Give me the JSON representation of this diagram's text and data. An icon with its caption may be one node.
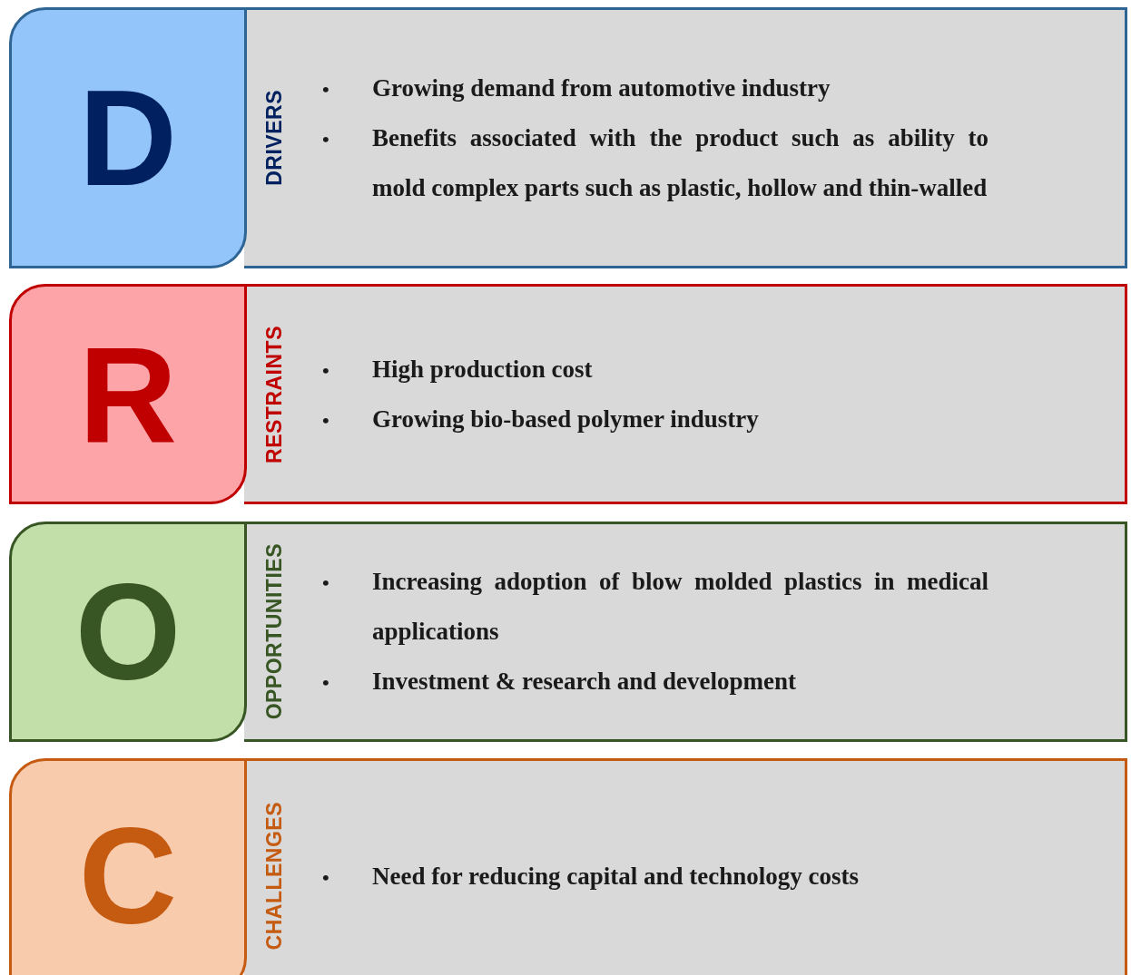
{
  "diagram": {
    "nodes": [
      {
        "text": [
          "D"
        ]
      },
      {
        "text": [
          "DRIVERS",
          "Growing demand from automotive industry",
          "Benefits associated with the product such as ability to mold complex parts such as plastic, hollow and thin-walled"
        ]
      },
      {
        "text": [
          "R"
        ]
      },
      {
        "text": [
          "RESTRAINTS",
          "High production cost",
          "Growing bio-based polymer industry"
        ]
      },
      {
        "text": [
          "O"
        ]
      },
      {
        "text": [
          "OPPORTUNITIES",
          "Increasing adoption of blow molded plastics in medical applications",
          "Investment & research and development"
        ]
      },
      {
        "text": [
          "C"
        ]
      },
      {
        "text": [
          "CHALLENGES",
          "Need for reducing capital and technology costs"
        ]
      }
    ],
    "labels": [
      "•",
      "•",
      "•",
      "•",
      "•",
      "•",
      "•"
    ]
  }
}
